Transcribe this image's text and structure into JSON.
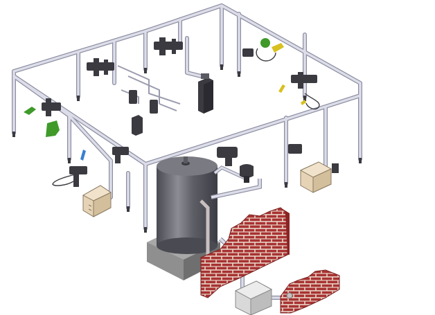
{
  "diagram": {
    "kind": "isometric-compressed-air-piping-installation",
    "has_text": false,
    "components": [
      "ring-main-piping",
      "air-receiver-tank",
      "tank-base",
      "brick-wall",
      "brick-wall-small",
      "compressor-box",
      "filter-regulator-lubricator-units",
      "manifold-outlets",
      "air-tools",
      "control-boxes",
      "drain-drops"
    ],
    "colors": {
      "pipe": "#dcdde8",
      "pipe_edge": "#8a8ca0",
      "tank": "#5e5e66",
      "tank_highlight": "#8c8c94",
      "base": "#8f8f8f",
      "brick": "#a83232",
      "mortar": "#e8d6c8",
      "box_tan": "#e6d3b6",
      "box_grey": "#d9d9d9",
      "fitting_dark": "#3a3a40",
      "tool_green": "#3f9a2a",
      "tool_blue": "#3a7fd0",
      "tool_yellow": "#d8c020"
    }
  }
}
